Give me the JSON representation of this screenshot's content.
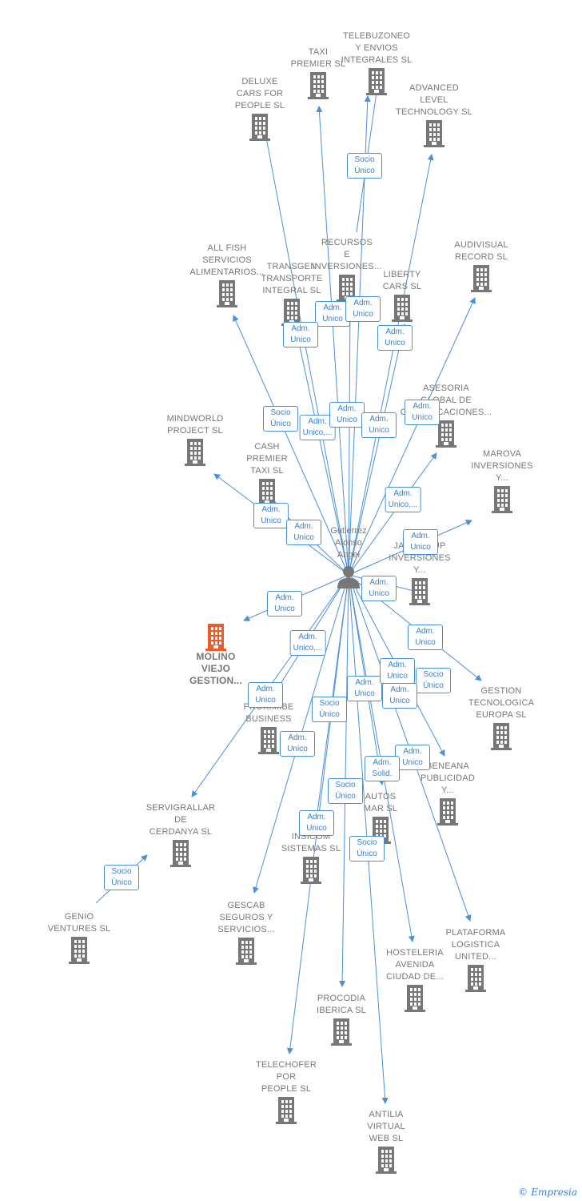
{
  "center": {
    "label": "Gutierrez\nAlonso\nAngel"
  },
  "colors": {
    "edge": "#4a90d9",
    "building": "#777777",
    "focus": "#f05a28"
  },
  "nodes": [
    {
      "id": "telebuzoneo",
      "label": "TELEBUZONEO\nY ENVIOS\nINTEGRALES SL"
    },
    {
      "id": "taxi-premier",
      "label": "TAXI\nPREMIER  SL"
    },
    {
      "id": "deluxe-cars",
      "label": "DELUXE\nCARS FOR\nPEOPLE  SL"
    },
    {
      "id": "advanced-level",
      "label": "ADVANCED\nLEVEL\nTECHNOLOGY SL"
    },
    {
      "id": "all-fish",
      "label": "ALL FISH\nSERVICIOS\nALIMENTARIOS..."
    },
    {
      "id": "recursos",
      "label": "RECURSOS\nE\nINVERSIONES..."
    },
    {
      "id": "transgen",
      "label": "TRANSGEN\nTRANSPORTE\nINTEGRAL  SL"
    },
    {
      "id": "liberty-cars",
      "label": "LIBERTY\nCARS  SL"
    },
    {
      "id": "audivisual",
      "label": "AUDIVISUAL\nRECORD SL"
    },
    {
      "id": "asesoria",
      "label": "ASESORIA\nGLOBAL DE\nCOMUNICACIONES..."
    },
    {
      "id": "mindworld",
      "label": "MINDWORLD\nPROJECT  SL"
    },
    {
      "id": "cash-premier",
      "label": "CASH\nPREMIER\nTAXI  SL"
    },
    {
      "id": "marova",
      "label": "MAROVA\nINVERSIONES\nY..."
    },
    {
      "id": "jap-group",
      "label": "JAP GROUP\nINVERSIONES\nY..."
    },
    {
      "id": "molino-viejo",
      "label": "MOLINO\nVIEJO\nGESTION..."
    },
    {
      "id": "gestion-tecnologica",
      "label": "GESTION\nTECNOLOGICA\nEUROPA SL"
    },
    {
      "id": "proximibe",
      "label": "PROXIMIBE\nBUSINESS"
    },
    {
      "id": "beneana",
      "label": "BENEANA\nPUBLICIDAD\nY..."
    },
    {
      "id": "servigrallar",
      "label": "SERVIGRALLAR\nDE\nCERDANYA SL"
    },
    {
      "id": "autos",
      "label": "AUTOS\nMAR  SL"
    },
    {
      "id": "insicom",
      "label": "INSICOM\nSISTEMAS  SL"
    },
    {
      "id": "genio",
      "label": "GENIO\nVENTURES  SL"
    },
    {
      "id": "gescab",
      "label": "GESCAB\nSEGUROS Y\nSERVICIOS..."
    },
    {
      "id": "plataforma",
      "label": "PLATAFORMA\nLOGISTICA\nUNITED..."
    },
    {
      "id": "hosteleria",
      "label": "HOSTELERIA\nAVENIDA\nCIUDAD DE..."
    },
    {
      "id": "procodia",
      "label": "PROCODIA\nIBERICA  SL"
    },
    {
      "id": "telechofer",
      "label": "TELECHOFER\nPOR\nPEOPLE  SL"
    },
    {
      "id": "antilia",
      "label": "ANTILIA\nVIRTUAL\nWEB  SL"
    }
  ],
  "badges": [
    "Socio\nÚnico",
    "Adm.\nUnico",
    "Adm.\nUnico",
    "Adm.\nUnico",
    "Adm.\nUnico",
    "Socio\nÚnico",
    "Adm.\nUnico,...",
    "Adm.\nUnico",
    "Adm.\nUnico",
    "Adm.\nUnico",
    "Adm.\nUnico,...",
    "Adm.\nUnico",
    "Adm.\nUnico",
    "Adm.\nUnico",
    "Adm.\nUnico",
    "Adm.\nUnico",
    "Adm.\nUnico,...",
    "Adm.\nUnico",
    "Adm.\nUnico",
    "Socio\nÚnico",
    "Adm.\nUnico",
    "Adm.\nUnico",
    "Adm.\nUnico",
    "Socio\nÚnico",
    "Adm.\nUnico",
    "Adm.\nUnico",
    "Adm.\nSolid.",
    "Socio\nÚnico",
    "Adm.\nUnico",
    "Socio\nÚnico",
    "Socio\nÚnico"
  ],
  "footer": {
    "copyright": "©",
    "brand": "Empresia"
  }
}
